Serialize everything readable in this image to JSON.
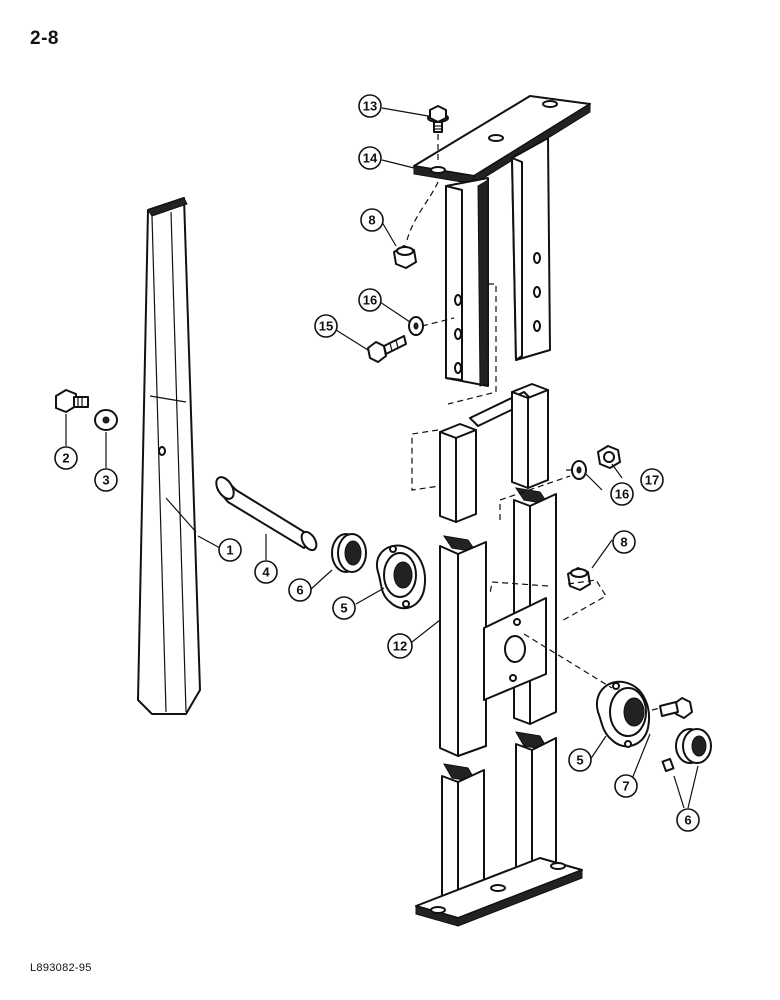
{
  "page": {
    "number": "2-8",
    "reference_code": "L893082-95"
  },
  "callouts": [
    {
      "id": "c1",
      "label": "1"
    },
    {
      "id": "c2",
      "label": "2"
    },
    {
      "id": "c3",
      "label": "3"
    },
    {
      "id": "c4",
      "label": "4"
    },
    {
      "id": "c5a",
      "label": "5"
    },
    {
      "id": "c5b",
      "label": "5"
    },
    {
      "id": "c6a",
      "label": "6"
    },
    {
      "id": "c6b",
      "label": "6"
    },
    {
      "id": "c7",
      "label": "7"
    },
    {
      "id": "c8a",
      "label": "8"
    },
    {
      "id": "c8b",
      "label": "8"
    },
    {
      "id": "c12",
      "label": "12"
    },
    {
      "id": "c13",
      "label": "13"
    },
    {
      "id": "c14",
      "label": "14"
    },
    {
      "id": "c15",
      "label": "15"
    },
    {
      "id": "c16a",
      "label": "16"
    },
    {
      "id": "c16b",
      "label": "16"
    },
    {
      "id": "c17",
      "label": "17"
    }
  ]
}
